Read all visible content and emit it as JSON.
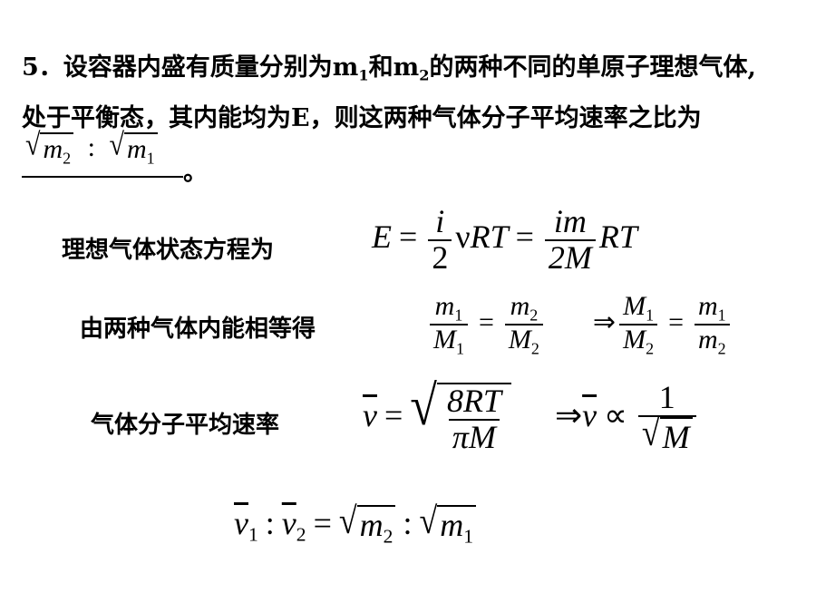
{
  "problem": {
    "line1_prefix": "5．设容器内盛有质量分别为m",
    "line1_sub1": "1",
    "line1_mid": "和m",
    "line1_sub2": "2",
    "line1_suffix": "的两种不同的单原子理想气体,",
    "line2": "处于平衡态，其内能均为E，则这两种气体分子平均速率之比为",
    "answer_end": "。"
  },
  "steps": {
    "state_equation_label": "理想气体状态方程为",
    "equal_energy_label": "由两种气体内能相等得",
    "avg_speed_label": "气体分子平均速率"
  },
  "math": {
    "E": "E",
    "eq": "=",
    "i": "i",
    "two": "2",
    "nu": "ν",
    "RT": "RT",
    "im": "im",
    "twoM": "2M",
    "m": "m",
    "M": "M",
    "one": "1",
    "sub1": "1",
    "sub2": "2",
    "implies": "⇒",
    "v": "v",
    "eightRT": "8RT",
    "piM": "πM",
    "prop": "∝",
    "colon": ":",
    "sqrt": "√"
  }
}
